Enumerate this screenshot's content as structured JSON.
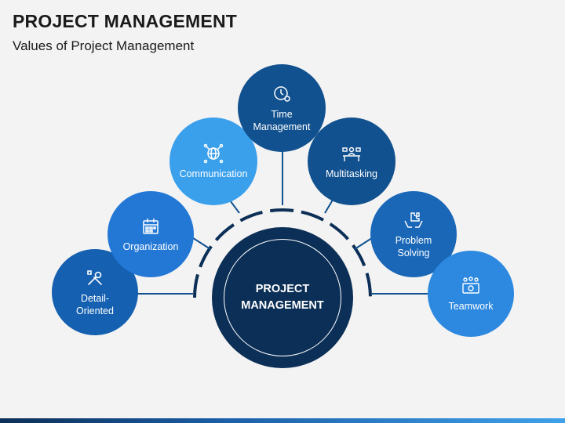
{
  "header": {
    "title": "PROJECT MANAGEMENT",
    "subtitle": "Values of Project Management"
  },
  "center": {
    "line1": "PROJECT",
    "line2": "MANAGEMENT",
    "color": "#0c2f57"
  },
  "nodes": [
    {
      "id": "detail-oriented",
      "line1": "Detail-",
      "line2": "Oriented",
      "icon": "tools-icon",
      "color": "#1560b0"
    },
    {
      "id": "organization",
      "line1": "Organization",
      "line2": "",
      "icon": "calendar-icon",
      "color": "#2378d6"
    },
    {
      "id": "communication",
      "line1": "Communication",
      "line2": "",
      "icon": "globe-network-icon",
      "color": "#3aa0ec"
    },
    {
      "id": "time-management",
      "line1": "Time",
      "line2": "Management",
      "icon": "clock-gear-icon",
      "color": "#12518f"
    },
    {
      "id": "multitasking",
      "line1": "Multitasking",
      "line2": "",
      "icon": "person-desk-icon",
      "color": "#12518f"
    },
    {
      "id": "problem-solving",
      "line1": "Problem",
      "line2": "Solving",
      "icon": "hands-puzzle-icon",
      "color": "#1a67b8"
    },
    {
      "id": "teamwork",
      "line1": "Teamwork",
      "line2": "",
      "icon": "team-money-icon",
      "color": "#2d89e0"
    }
  ],
  "colors": {
    "background": "#f3f3f3",
    "connector": "#12518f",
    "text": "#1a1a1a"
  }
}
